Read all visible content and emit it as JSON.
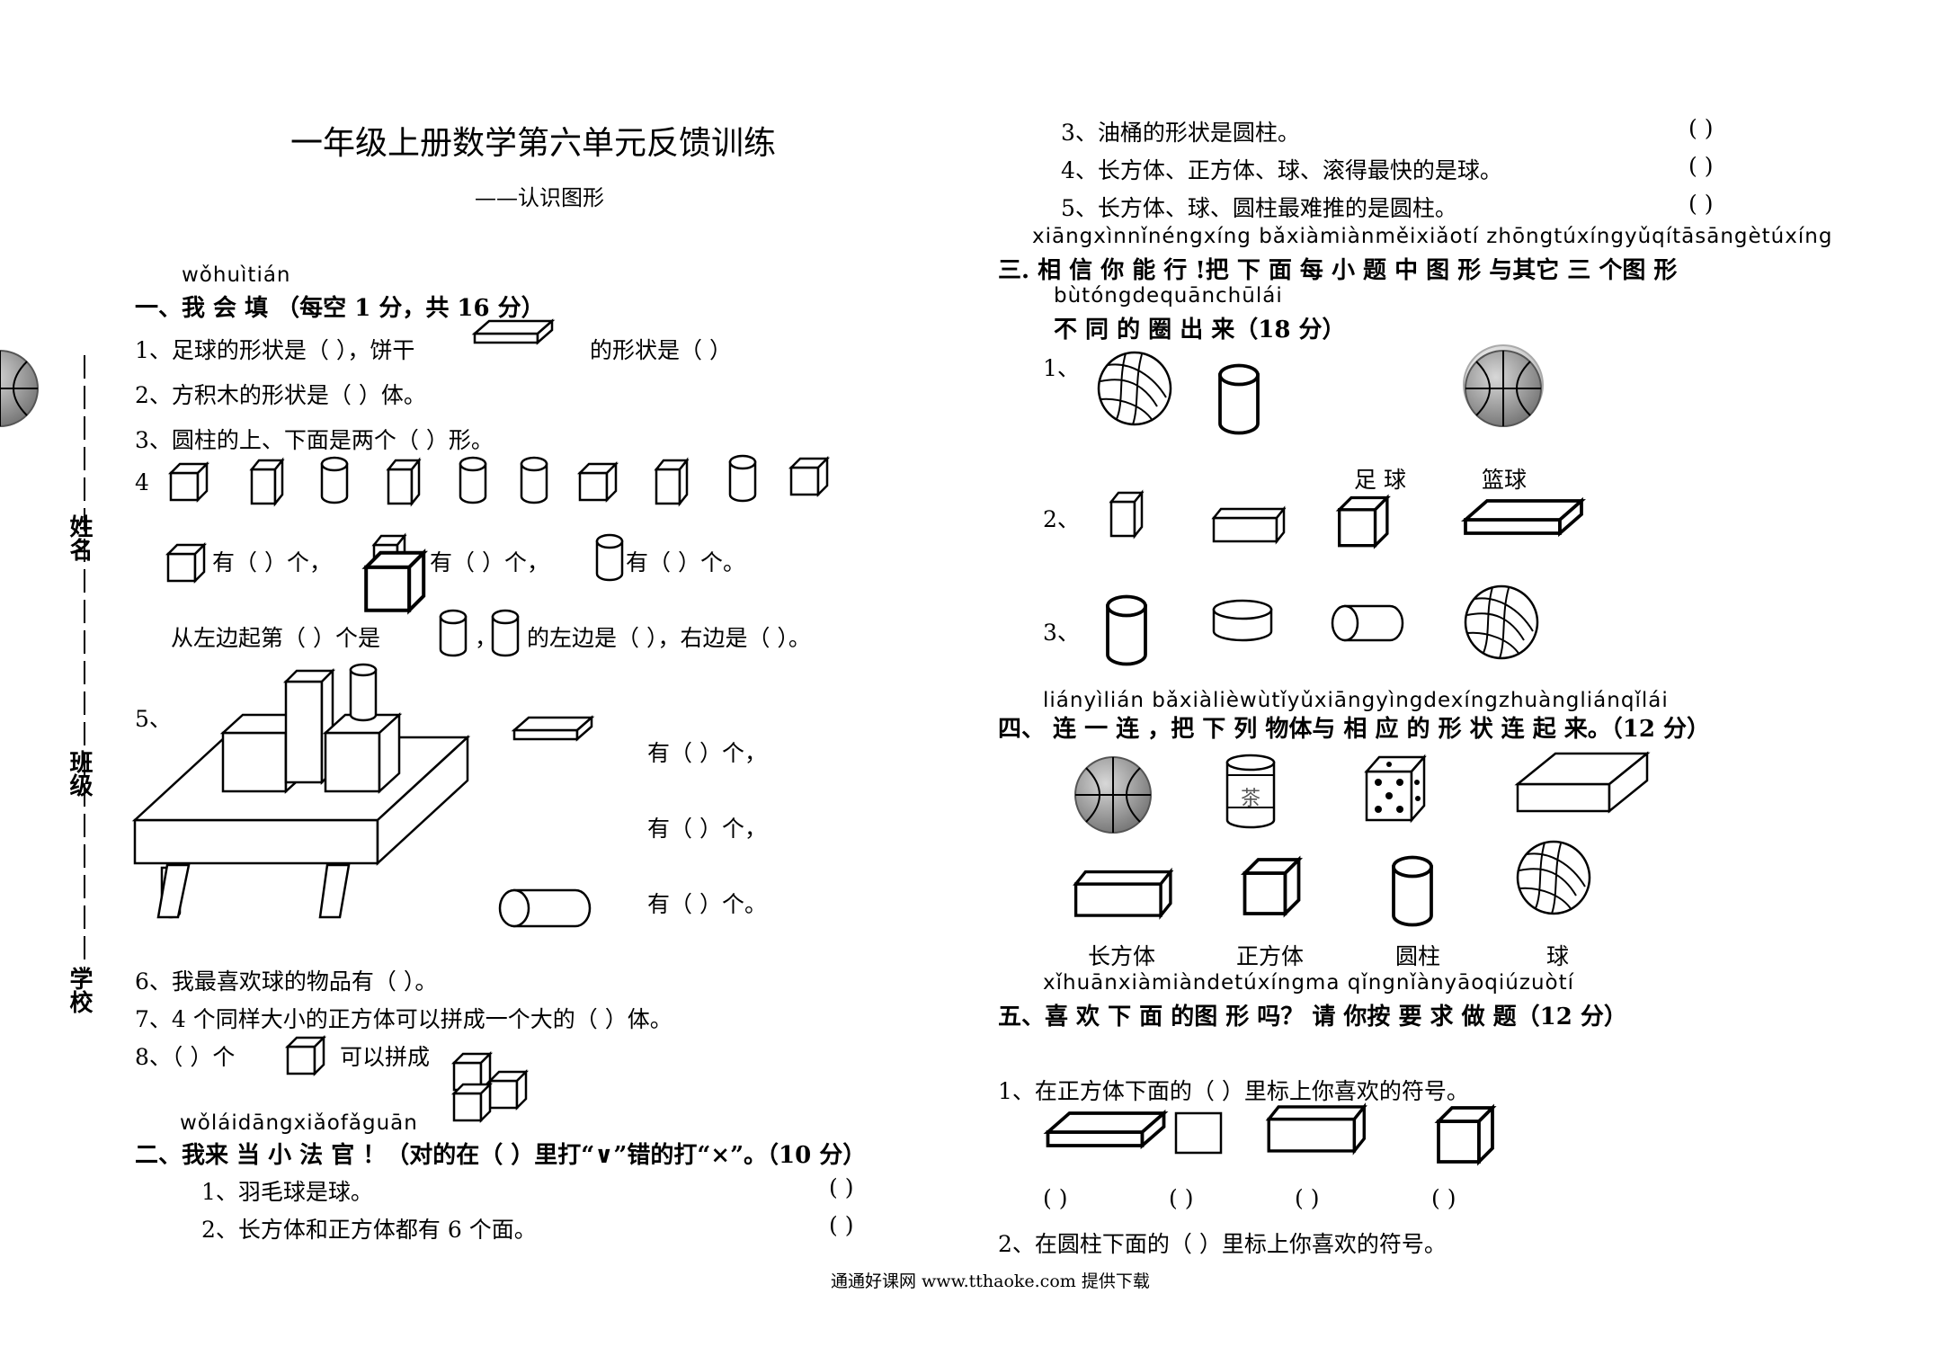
{
  "title": "一年级上册数学第六单元反馈训练",
  "subtitle": "——认识图形",
  "side": {
    "name": "姓名",
    "class": "班级",
    "school": "学校"
  },
  "s1": {
    "pinyin": "wǒhuìtián",
    "heading": "一、我 会  填 （每空 1 分，共 16 分）",
    "q1a": "1、足球的形状是（       ），饼干",
    "q1b": "的形状是（       ）",
    "q2": "2、方积木的形状是（      ）体。",
    "q3": "3、圆柱的上、下面是两个（      ）形。",
    "q4": "4",
    "q4_have1": "有（      ）个，",
    "q4_have2": "有（      ）个，",
    "q4_have3": "有（      ）个。",
    "q4b1": "从左边起第（      ）个是",
    "q4b2": "，",
    "q4b3": "的左边是（      ），右边是（       ）。",
    "q5": "5、",
    "q5_have1": "有（      ）个，",
    "q5_have2": "有（      ）个，",
    "q5_have3": "有（      ）个。",
    "q6": "6、我最喜欢球的物品有（             ）。",
    "q7": "7、4 个同样大小的正方体可以拼成一个大的（         ）体。",
    "q8a": "8、（       ）个",
    "q8b": "可以拼成"
  },
  "s2": {
    "pinyin": "wǒláidāngxiǎofǎguān",
    "heading": "二、我来 当  小 法 官 ！（对的在（ ）里打“∨”错的打“×”。（10 分）",
    "items": [
      {
        "text": "1、羽毛球是球。",
        "paren": "(      )"
      },
      {
        "text": "2、长方体和正方体都有 6 个面。",
        "paren": "(      )"
      },
      {
        "text": "3、油桶的形状是圆柱。",
        "paren": "(      )"
      },
      {
        "text": "4、长方体、正方体、球、滚得最快的是球。",
        "paren": "(      )"
      },
      {
        "text": "5、长方体、球、圆柱最难推的是圆柱。",
        "paren": "(      )"
      }
    ]
  },
  "s3": {
    "pinyin1": "xiāngxìnnǐnéngxíng bǎxiàmiànměixiǎotí zhōngtúxíngyǔqítāsāngètúxíng",
    "heading1": "三. 相  信 你  能   行 !把 下  面  每  小  题  中  图  形 与其它 三 个图 形",
    "pinyin2": "bùtóngdequānchūlái",
    "heading2": "不 同  的  圈  出 来（18 分）",
    "r1": "1、",
    "r2": "2、",
    "r3": "3、",
    "football": "足 球",
    "basketball": "篮球"
  },
  "s4": {
    "pinyin": "liányìlián  bǎxiàlièwùtǐyǔxiāngyìngdexíngzhuàngliánqǐlái",
    "heading": "四、 连 一 连 ，把 下 列 物体与  相   应 的 形    状    连 起 来。（12 分）",
    "labels": [
      "长方体",
      "正方体",
      "圆柱",
      "球"
    ],
    "tea": "茶"
  },
  "s5": {
    "pinyin": "xǐhuānxiàmiàndetúxíngma  qǐngnǐànyāoqiúzuòtí",
    "heading": "五、喜  欢  下  面  的图 形  吗？ 请  你按 要  求 做 题（12 分）",
    "q1": "1、在正方体下面的（       ）里标上你喜欢的符号。",
    "parens": [
      "(      )",
      "(      )",
      "(      )",
      "(      )"
    ],
    "q2": "2、在圆柱下面的（       ）里标上你喜欢的符号。"
  },
  "footer": "通通好课网  www.tthaoke.com  提供下载"
}
